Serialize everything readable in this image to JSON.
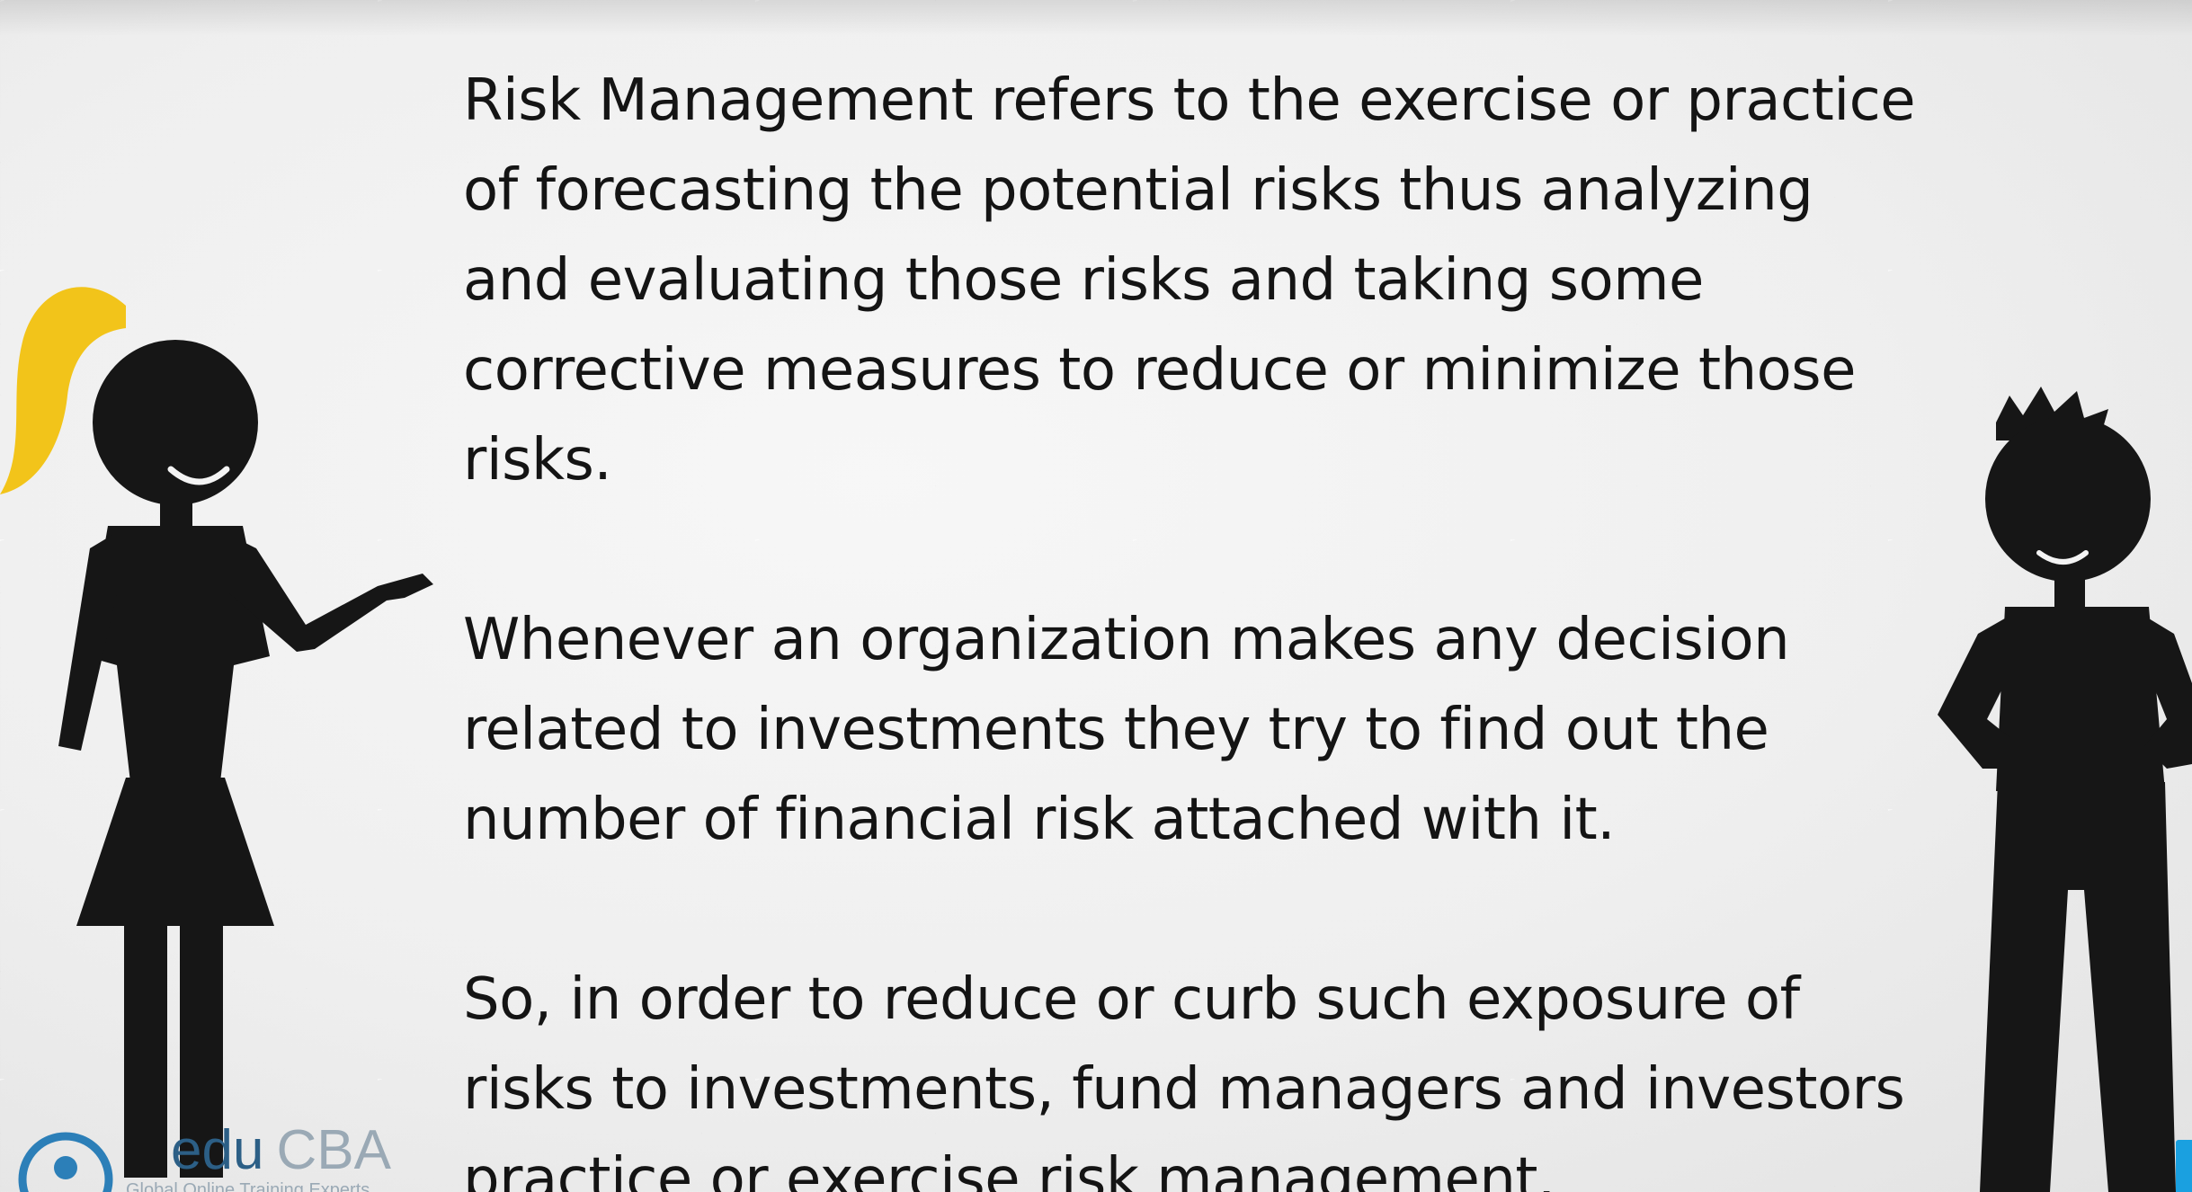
{
  "paragraphs": [
    "Risk Management refers to the exercise or practice of forecasting the potential risks thus analyzing and evaluating those risks and taking some corrective measures to reduce or minimize those risks.",
    "Whenever an organization makes any decision related to investments they try to find out the number of financial risk attached with it.",
    "So, in order to reduce or curb such exposure of risks to investments, fund managers and investors practice or exercise risk management."
  ],
  "logo": {
    "brand_edu": "edu",
    "brand_cba": "CBA",
    "tagline": "Global Online Training Experts"
  },
  "icons": {
    "left_figure": "woman-presenting-silhouette-icon",
    "right_figure": "man-hands-on-hips-silhouette-icon",
    "logo_mark": "person-circle-logo-icon"
  },
  "colors": {
    "text": "#141414",
    "silhouette": "#161616",
    "ponytail": "#f2c41a",
    "logo_edu": "#2c5f86",
    "logo_cba": "#9aa9b5",
    "corner_mark": "#1aa0e0"
  }
}
